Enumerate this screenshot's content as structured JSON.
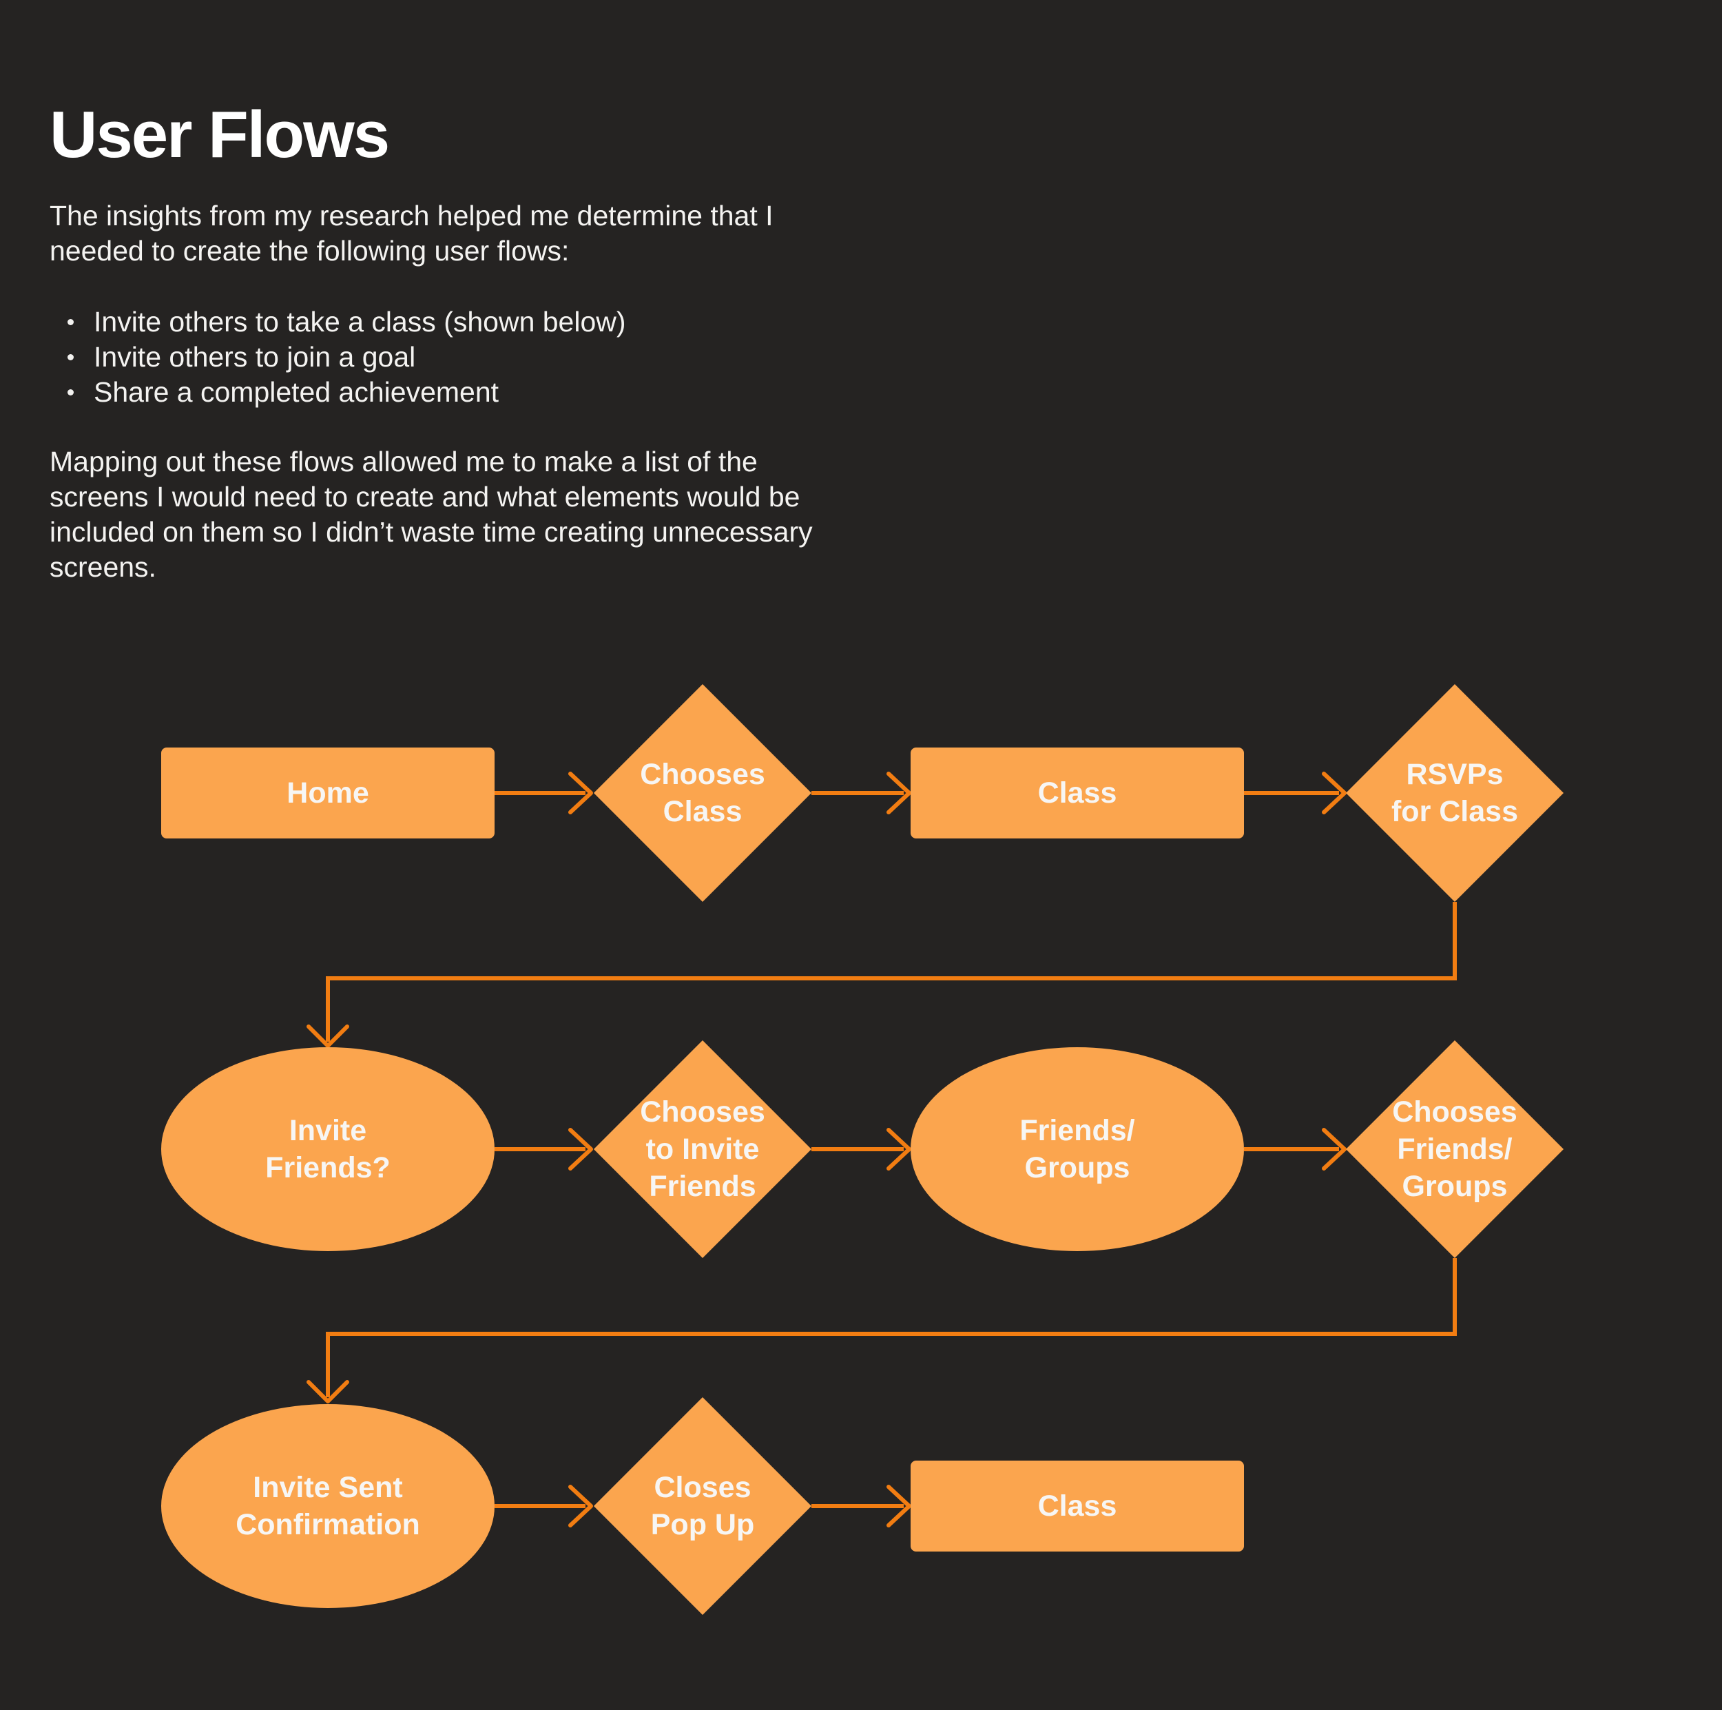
{
  "page": {
    "background_color": "#252322",
    "title": "User Flows",
    "intro_lines": [
      "The insights from my research helped me determine that I",
      "needed to create the following user flows:"
    ],
    "bullets": [
      "Invite others to take a class (shown below)",
      "Invite others to join a goal",
      "Share a completed achievement"
    ],
    "mapping_lines": [
      "Mapping out these flows allowed me to make a list of the",
      "screens I would need to create and what elements would be",
      "included on them so I didn’t waste time creating unnecessary",
      "screens."
    ]
  },
  "colors": {
    "node_fill": "#fba54e",
    "connector": "#f27d12",
    "node_text": "#f7f6f4",
    "body_text": "#f4f3f1",
    "title_text": "#ffffff"
  },
  "flowchart": {
    "nodes": [
      {
        "id": "home",
        "shape": "rectangle",
        "lines": [
          "Home"
        ]
      },
      {
        "id": "chooses-class",
        "shape": "diamond",
        "lines": [
          "Chooses",
          "Class"
        ]
      },
      {
        "id": "class",
        "shape": "rectangle",
        "lines": [
          "Class"
        ]
      },
      {
        "id": "rsvps-for-class",
        "shape": "diamond",
        "lines": [
          "RSVPs",
          "for Class"
        ]
      },
      {
        "id": "invite-friends",
        "shape": "ellipse",
        "lines": [
          "Invite",
          "Friends?"
        ]
      },
      {
        "id": "chooses-to-invite-friends",
        "shape": "diamond",
        "lines": [
          "Chooses",
          "to Invite",
          "Friends"
        ]
      },
      {
        "id": "friends-groups",
        "shape": "ellipse",
        "lines": [
          "Friends/",
          "Groups"
        ]
      },
      {
        "id": "chooses-friends-groups",
        "shape": "diamond",
        "lines": [
          "Chooses",
          "Friends/",
          "Groups"
        ]
      },
      {
        "id": "invite-sent-confirmation",
        "shape": "ellipse",
        "lines": [
          "Invite Sent",
          "Confirmation"
        ]
      },
      {
        "id": "closes-pop-up",
        "shape": "diamond",
        "lines": [
          "Closes",
          "Pop Up"
        ]
      },
      {
        "id": "class-2",
        "shape": "rectangle",
        "lines": [
          "Class"
        ]
      }
    ],
    "edges": [
      {
        "from": "home",
        "to": "chooses-class"
      },
      {
        "from": "chooses-class",
        "to": "class"
      },
      {
        "from": "class",
        "to": "rsvps-for-class"
      },
      {
        "from": "rsvps-for-class",
        "to": "invite-friends"
      },
      {
        "from": "invite-friends",
        "to": "chooses-to-invite-friends"
      },
      {
        "from": "chooses-to-invite-friends",
        "to": "friends-groups"
      },
      {
        "from": "friends-groups",
        "to": "chooses-friends-groups"
      },
      {
        "from": "chooses-friends-groups",
        "to": "invite-sent-confirmation"
      },
      {
        "from": "invite-sent-confirmation",
        "to": "closes-pop-up"
      },
      {
        "from": "closes-pop-up",
        "to": "class-2"
      }
    ]
  }
}
